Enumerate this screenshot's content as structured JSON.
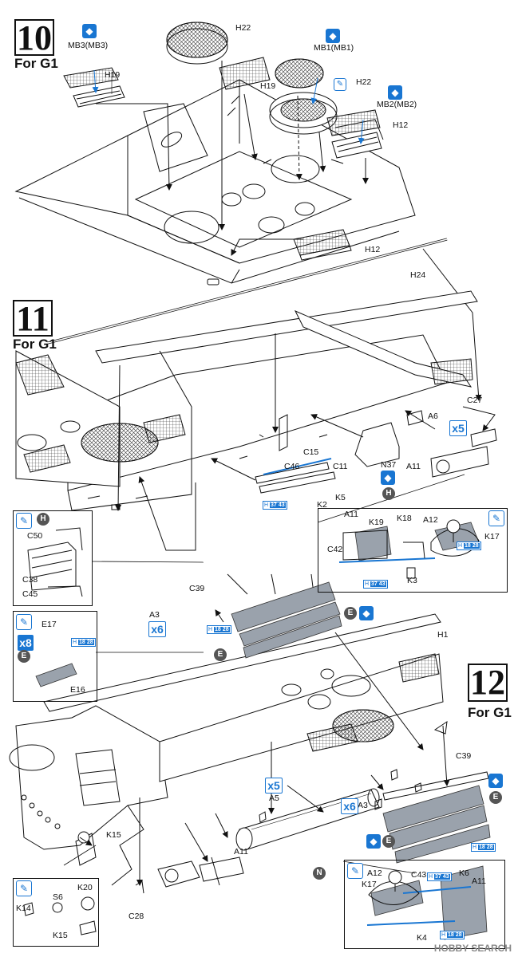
{
  "steps": [
    {
      "number": "10",
      "variant": "For G1"
    },
    {
      "number": "11",
      "variant": "For G1"
    },
    {
      "number": "12",
      "variant": "For G1"
    }
  ],
  "labels": {
    "s10": [
      "MB3(MB3)",
      "H19",
      "H22",
      "MB1(MB1)",
      "H19",
      "H22",
      "MB2(MB2)",
      "H12",
      "H12",
      "H24"
    ],
    "s11": [
      "C27",
      "A6",
      "C15",
      "C46",
      "C11",
      "K5",
      "K2",
      "N37",
      "A11",
      "A12",
      "K19",
      "K18",
      "K17",
      "C42",
      "K3",
      "C50",
      "C38",
      "C45",
      "C39",
      "A3",
      "E17",
      "E16"
    ],
    "s12": [
      "H1",
      "C39",
      "A5",
      "A3",
      "K15",
      "A11",
      "K14",
      "S6",
      "K20",
      "K15",
      "C28",
      "A12",
      "K17",
      "C43",
      "K6",
      "A11",
      "K4"
    ]
  },
  "multipliers": {
    "a6": "x5",
    "a3_step11": "x6",
    "e17": "x8",
    "a5": "x5",
    "a3_step12": "x6"
  },
  "part_tags": {
    "h1828": {
      "prefix": "H",
      "a": "18",
      "b": "28"
    },
    "h3743": {
      "prefix": "H",
      "a": "37",
      "b": "43"
    }
  },
  "circle_letters": {
    "h": "H",
    "e": "E",
    "n": "N"
  },
  "icons": {
    "glue": "glue-icon",
    "paint": "paint-icon",
    "drill": "drill-icon"
  },
  "watermark": "HOBBY SEARCH",
  "colors": {
    "accent": "#1976d2",
    "track": "#9aa2ac",
    "ink": "#111111"
  }
}
